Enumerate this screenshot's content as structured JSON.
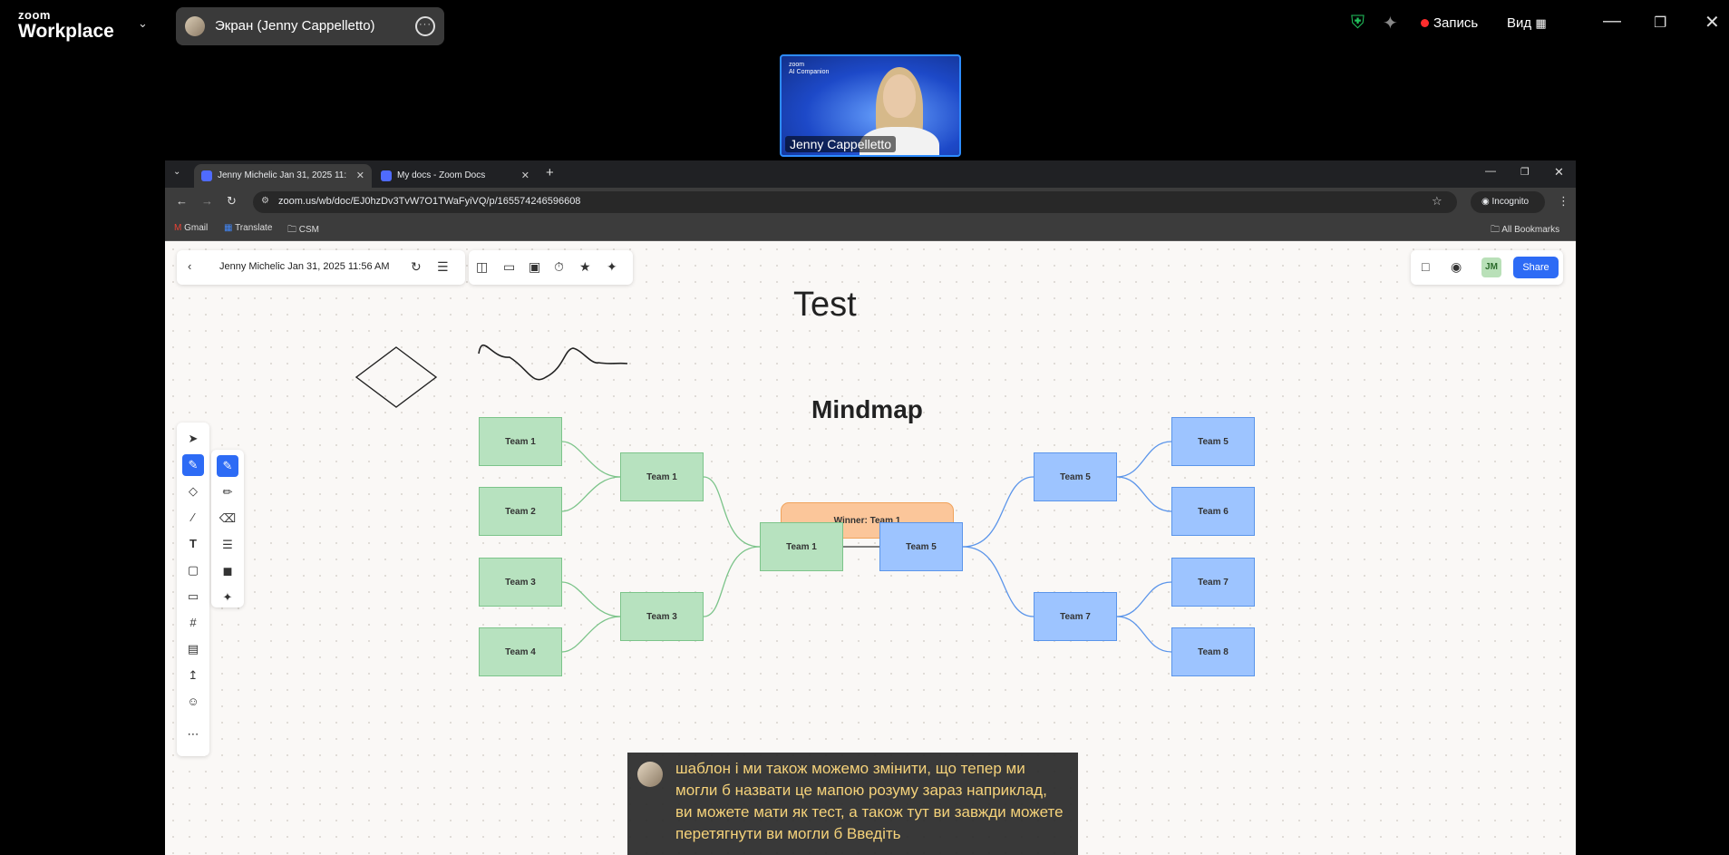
{
  "zoom_bar": {
    "logo_line1": "zoom",
    "logo_line2": "Workplace",
    "share_title": "Экран (Jenny Cappelletto)",
    "record_label": "Запись",
    "view_label": "Вид"
  },
  "video": {
    "badge_line1": "zoom",
    "badge_line2": "AI Companion",
    "participant_name": "Jenny Cappelletto"
  },
  "browser": {
    "tabs": [
      {
        "label": "Jenny Michelic Jan 31, 2025 11:"
      },
      {
        "label": "My docs - Zoom Docs"
      }
    ],
    "url": "zoom.us/wb/doc/EJ0hzDv3TvW7O1TWaFyiVQ/p/165574246596608",
    "incognito_label": "Incognito",
    "bookmarks": [
      {
        "label": "Gmail"
      },
      {
        "label": "Translate"
      },
      {
        "label": "CSM"
      }
    ],
    "all_bookmarks": "All Bookmarks"
  },
  "whiteboard": {
    "doc_title": "Jenny Michelic Jan 31, 2025 11:56 AM",
    "avatar_initials": "JM",
    "share_label": "Share",
    "heading": "Test",
    "mindmap_title": "Mindmap",
    "winner_label": "Winner: Team 1",
    "left_nodes": [
      "Team 1",
      "Team 2",
      "Team 3",
      "Team 4"
    ],
    "left_mid_nodes": [
      "Team 1",
      "Team 3"
    ],
    "final_left": "Team 1",
    "final_right": "Team 5",
    "right_mid_nodes": [
      "Team 5",
      "Team 7"
    ],
    "right_nodes": [
      "Team 5",
      "Team 6",
      "Team 7",
      "Team 8"
    ]
  },
  "caption": {
    "text": "шаблон і ми також можемо змінити, що тепер ми могли б назвати це мапою розуму зараз наприклад, ви можете мати як тест, а також тут ви завжди можете перетягнути ви могли б Введіть"
  },
  "colors": {
    "accent": "#2d6bf5",
    "green_node": "#b7e2bf",
    "blue_node": "#9dc4ff",
    "winner": "#fbc69a",
    "record_dot": "#ff2d2d"
  }
}
